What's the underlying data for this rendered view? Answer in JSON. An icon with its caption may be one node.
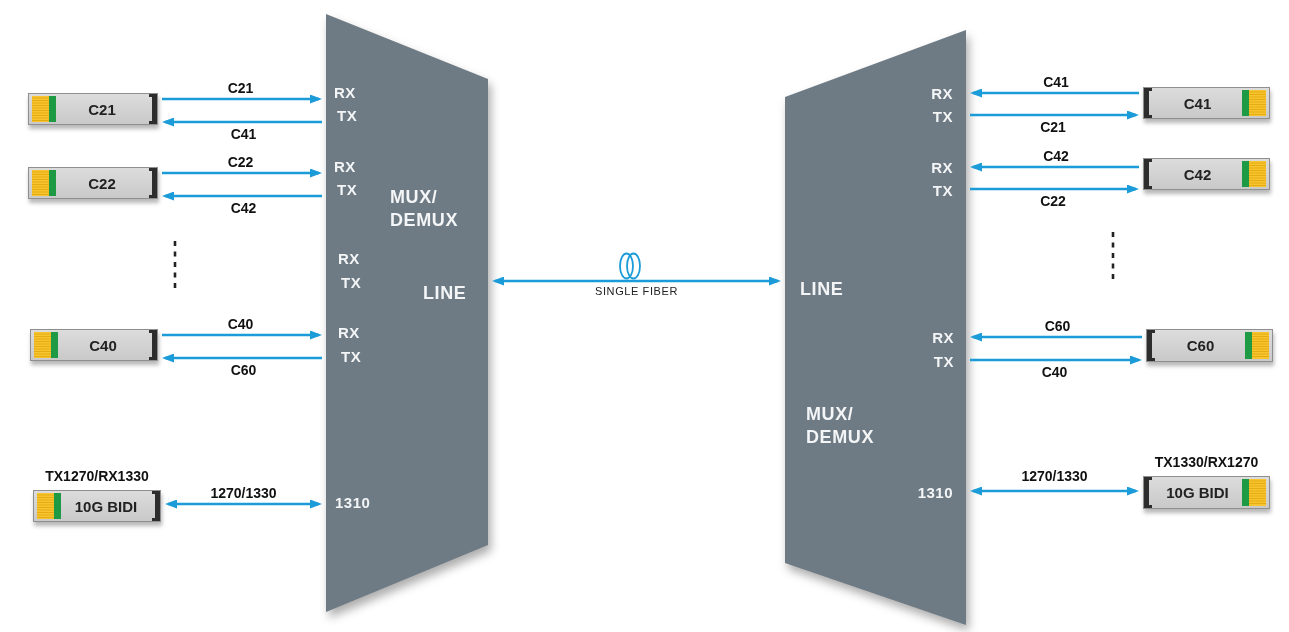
{
  "diagram": {
    "nodes": [
      {
        "text": [
          "C21"
        ]
      },
      {
        "text": [
          "C22"
        ]
      },
      {
        "text": [
          "C40"
        ]
      },
      {
        "text": [
          "10G BIDI"
        ],
        "beside": [
          "TX1270/RX1330"
        ]
      },
      {
        "text": [
          "RX",
          "TX",
          "RX",
          "TX",
          "MUX/ DEMUX",
          "RX",
          "TX",
          "LINE",
          "RX",
          "TX",
          "1310"
        ]
      },
      {
        "text": [
          "RX",
          "TX",
          "RX",
          "TX",
          "LINE",
          "RX",
          "TX",
          "MUX/ DEMUX",
          "1310"
        ]
      },
      {
        "text": [
          "C41"
        ]
      },
      {
        "text": [
          "C42"
        ]
      },
      {
        "text": [
          "C60"
        ]
      },
      {
        "text": [
          "10G BIDI"
        ],
        "beside": [
          "TX1330/RX1270"
        ]
      }
    ],
    "edges": [
      {
        "from": 0,
        "to": 4,
        "arrow": "to",
        "label": "C21"
      },
      {
        "from": 4,
        "to": 0,
        "arrow": "to",
        "label": "C41"
      },
      {
        "from": 1,
        "to": 4,
        "arrow": "to",
        "label": "C22"
      },
      {
        "from": 4,
        "to": 1,
        "arrow": "to",
        "label": "C42"
      },
      {
        "from": 2,
        "to": 4,
        "arrow": "to",
        "label": "C40"
      },
      {
        "from": 4,
        "to": 2,
        "arrow": "to",
        "label": "C60"
      },
      {
        "from": 3,
        "to": 4,
        "arrow": "both",
        "label": "1270/1330"
      },
      {
        "from": 4,
        "to": 5,
        "arrow": "both",
        "label": "SINGLE FIBER"
      },
      {
        "from": 6,
        "to": 5,
        "arrow": "to",
        "label": "C41"
      },
      {
        "from": 5,
        "to": 6,
        "arrow": "to",
        "label": "C21"
      },
      {
        "from": 7,
        "to": 5,
        "arrow": "to",
        "label": "C42"
      },
      {
        "from": 5,
        "to": 7,
        "arrow": "to",
        "label": "C22"
      },
      {
        "from": 8,
        "to": 5,
        "arrow": "to",
        "label": "C60"
      },
      {
        "from": 5,
        "to": 8,
        "arrow": "to",
        "label": "C40"
      },
      {
        "from": 5,
        "to": 9,
        "arrow": "both",
        "label": "1270/1330"
      }
    ]
  }
}
